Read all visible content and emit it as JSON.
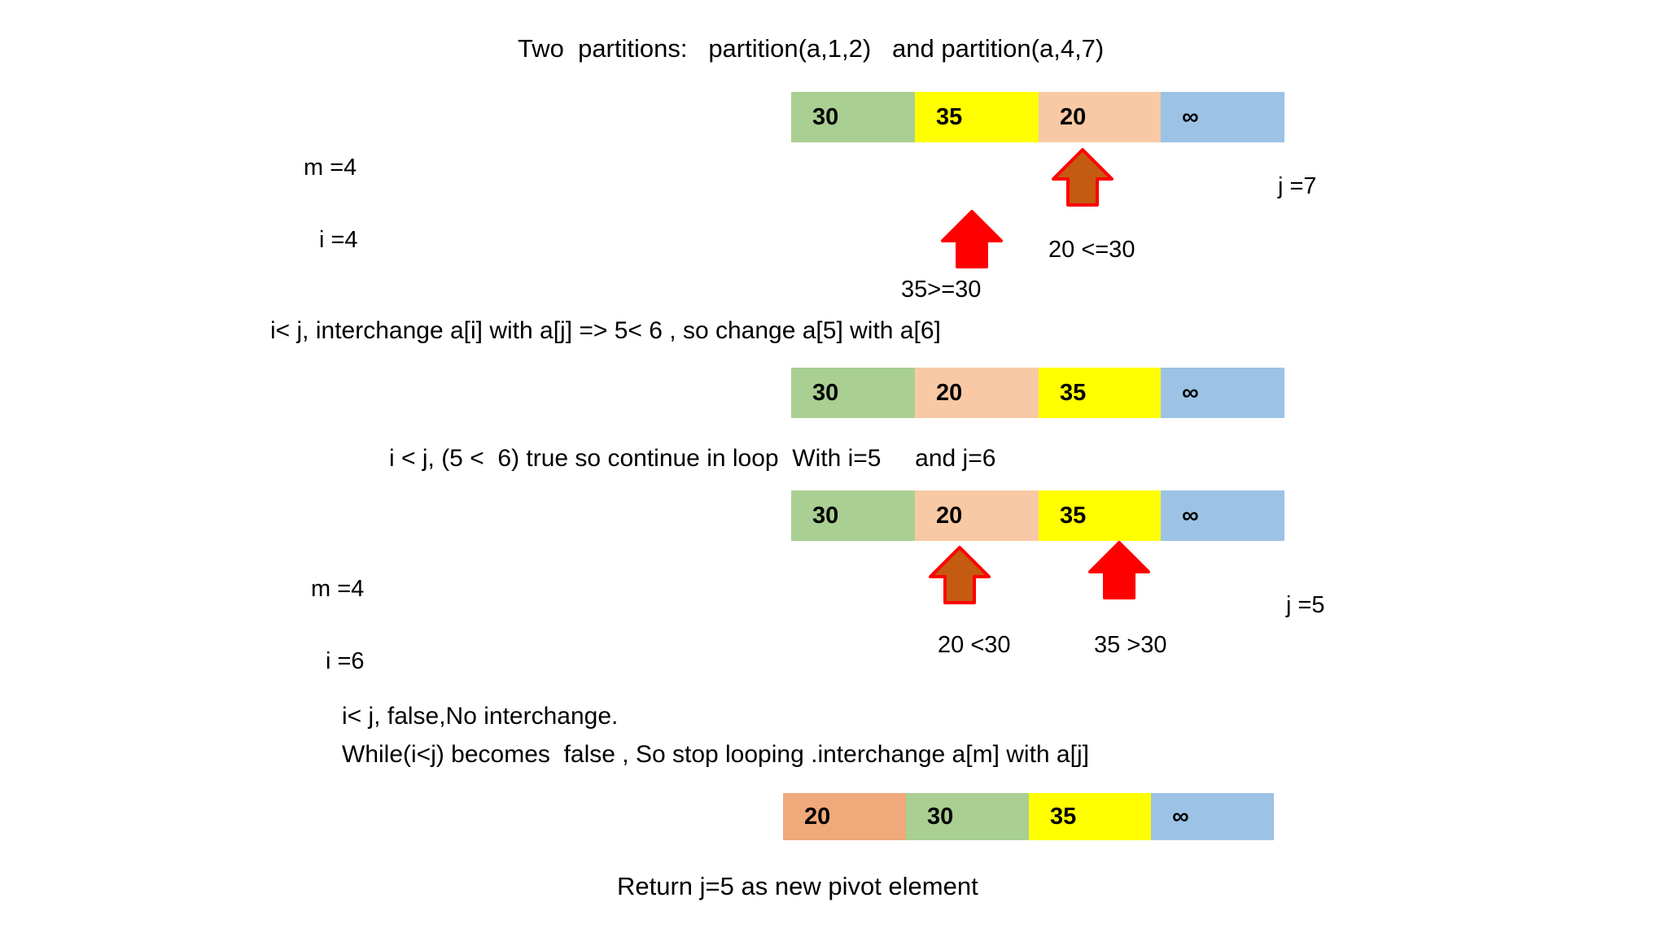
{
  "title": "Two  partitions:   partition(a,1,2)   and partition(a,4,7)",
  "colors": {
    "green": "#A9CF92",
    "yellow": "#FFFF00",
    "peach": "#F8C9A4",
    "peach_strong": "#F0A97A",
    "blue": "#9CC3E5",
    "arrow_brown_fill": "#C55A11",
    "arrow_red_fill": "#FF0000",
    "arrow_outline": "#FF0000",
    "text": "#000000",
    "background": "#FFFFFF"
  },
  "steps": [
    {
      "id": "step-1",
      "array": {
        "cells": [
          {
            "value": "30",
            "color": "#A9CF92"
          },
          {
            "value": "35",
            "color": "#FFFF00"
          },
          {
            "value": "20",
            "color": "#F8C9A4"
          },
          {
            "value": "∞",
            "color": "#9CC3E5"
          }
        ]
      },
      "labels": {
        "m": "m =4",
        "i": "i =4",
        "j": "j =7"
      },
      "pointers": [
        {
          "name": "i-pointer",
          "style": "red",
          "comparison": "35>=30"
        },
        {
          "name": "j-pointer",
          "style": "brown",
          "comparison": "20 <=30"
        }
      ],
      "note": "i< j, interchange a[i] with a[j] => 5< 6 , so change a[5] with a[6]"
    },
    {
      "id": "step-2",
      "array": {
        "cells": [
          {
            "value": "30",
            "color": "#A9CF92"
          },
          {
            "value": "20",
            "color": "#F8C9A4"
          },
          {
            "value": "35",
            "color": "#FFFF00"
          },
          {
            "value": "∞",
            "color": "#9CC3E5"
          }
        ]
      },
      "note": "i < j, (5 <  6) true so continue in loop  With i=5     and j=6"
    },
    {
      "id": "step-3",
      "array": {
        "cells": [
          {
            "value": "30",
            "color": "#A9CF92"
          },
          {
            "value": "20",
            "color": "#F8C9A4"
          },
          {
            "value": "35",
            "color": "#FFFF00"
          },
          {
            "value": "∞",
            "color": "#9CC3E5"
          }
        ]
      },
      "labels": {
        "m": "m =4",
        "i": "i =6",
        "j": "j =5"
      },
      "pointers": [
        {
          "name": "j-pointer",
          "style": "brown",
          "comparison": "20 <30"
        },
        {
          "name": "i-pointer",
          "style": "red",
          "comparison": "35 >30"
        }
      ],
      "note_line1": "i< j, false,No interchange.",
      "note_line2": "While(i<j) becomes  false , So stop looping .interchange a[m] with a[j]"
    },
    {
      "id": "step-4",
      "array": {
        "cells": [
          {
            "value": "20",
            "color": "#F0A97A"
          },
          {
            "value": "30",
            "color": "#A9CF92"
          },
          {
            "value": "35",
            "color": "#FFFF00"
          },
          {
            "value": "∞",
            "color": "#9CC3E5"
          }
        ]
      },
      "caption": "Return j=5 as new pivot element"
    }
  ]
}
